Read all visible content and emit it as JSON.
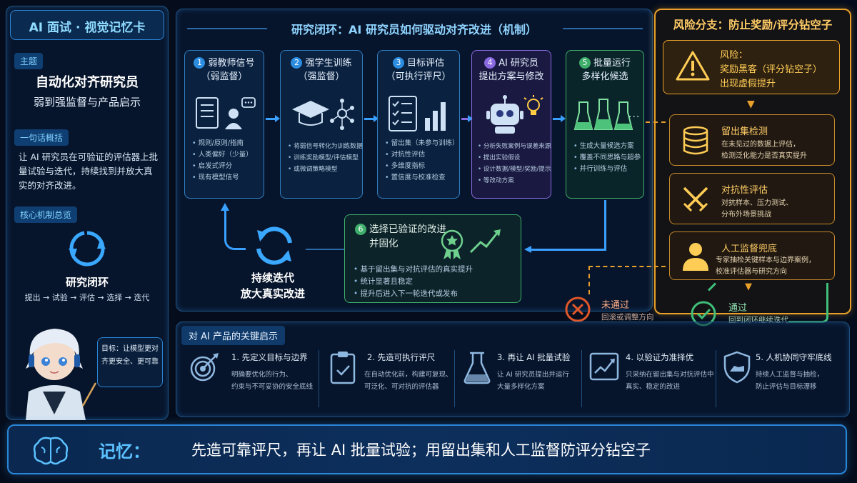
{
  "left_panel": {
    "title": "AI 面试 · 视觉记忆卡",
    "topic_tag": "主题",
    "topic_line1": "自动化对齐研究员",
    "topic_line2": "弱到强监督与产品启示",
    "summary_tag": "一句话概括",
    "summary_text": "让 AI 研究员在可验证的评估器上批量试验与迭代，持续找到并放大真实的对齐改进。",
    "mechanism_tag": "核心机制总览",
    "loop_title": "研究闭环",
    "loop_steps": "提出 → 试验 → 评估 → 选择 → 迭代",
    "speech_bubble": "目标：让模型更对齐更安全、更可靠"
  },
  "loop_panel": {
    "title": "研究闭环：AI 研究员如何驱动对齐改进（机制）",
    "steps": [
      {
        "num": "1",
        "title": "弱教师信号",
        "subtitle": "（弱监督）",
        "icon": "document-person-icon",
        "bullets": [
          "规则/原则/指南",
          "人类偏好（少量）",
          "启发式评分",
          "现有模型信号"
        ]
      },
      {
        "num": "2",
        "title": "强学生训练",
        "subtitle": "（强监督）",
        "icon": "graduation-cap-network-icon",
        "bullets": [
          "将弱信号转化为训练数据",
          "训练奖励模型/评估模型",
          "或微调策略模型"
        ]
      },
      {
        "num": "3",
        "title": "目标评估",
        "subtitle": "（可执行评尺）",
        "icon": "checklist-chart-icon",
        "bullets": [
          "留出集（未参与训练）",
          "对抗性评估",
          "多维度指标",
          "置信度与校准检查"
        ]
      },
      {
        "num": "4",
        "title": "AI 研究员",
        "subtitle": "提出方案与修改",
        "icon": "robot-idea-icon",
        "bullets": [
          "分析失败案例与误差来源",
          "提出实验假设",
          "设计数据/模型/奖励/提示",
          "等改动方案"
        ]
      },
      {
        "num": "5",
        "title": "批量运行",
        "subtitle": "多样化候选",
        "icon": "flasks-icon",
        "bullets": [
          "生成大量候选方案",
          "覆盖不同思路与超参",
          "并行训练与评估"
        ]
      }
    ],
    "step6": {
      "num": "6",
      "title_line1": "选择已验证的改进",
      "title_line2": "并固化",
      "bullets": [
        "基于留出集与对抗评估的真实提升",
        "统计显著且稳定",
        "提升后进入下一轮迭代或发布"
      ]
    },
    "iterate_line1": "持续迭代",
    "iterate_line2": "放大真实改进"
  },
  "risk_panel": {
    "title": "风险分支：防止奖励/评分钻空子",
    "risk_label": "风险：",
    "risk_line1": "奖励黑客（评分钻空子）",
    "risk_line2": "出现虚假提升",
    "cards": [
      {
        "title": "留出集检测",
        "line1": "在未见过的数据上评估，",
        "line2": "检测泛化能力是否真实提升",
        "icon": "database-icon"
      },
      {
        "title": "对抗性评估",
        "line1": "对抗样本、压力测试、",
        "line2": "分布外场景挑战",
        "icon": "crossed-swords-icon"
      },
      {
        "title": "人工监督兜底",
        "line1": "专家抽检关键样本与边界案例，",
        "line2": "校准评估器与研究方向",
        "icon": "person-icon"
      }
    ],
    "fail_title": "未通过",
    "fail_desc": "回滚或调整方向",
    "pass_title": "通过",
    "pass_desc": "回到闭环继续迭代"
  },
  "insights": {
    "title": "对 AI 产品的关键启示",
    "items": [
      {
        "title": "1. 先定义目标与边界",
        "line1": "明确要优化的行为、",
        "line2": "约束与不可妥协的安全底线",
        "icon": "target-icon"
      },
      {
        "title": "2. 先造可执行评尺",
        "line1": "在自动优化前，构建可复现、",
        "line2": "可泛化、可对抗的评估器",
        "icon": "clipboard-check-icon"
      },
      {
        "title": "3. 再让 AI 批量试验",
        "line1": "让 AI 研究员提出并运行",
        "line2": "大量多样化方案",
        "icon": "flask-icon"
      },
      {
        "title": "4. 以验证为准择优",
        "line1": "只采纳在留出集与对抗评估中",
        "line2": "真实、稳定的改进",
        "icon": "trend-chart-icon"
      },
      {
        "title": "5. 人机协同守牢底线",
        "line1": "持续人工监督与抽检，",
        "line2": "防止评估与目标漂移",
        "icon": "shield-hand-icon"
      }
    ]
  },
  "memory": {
    "label": "记忆：",
    "text": "先造可靠评尺，再让 AI 批量试验；用留出集和人工监督防评分钻空子",
    "icon": "brain-icon"
  },
  "colors": {
    "accent": "#2c8de0",
    "warning": "#e8a02a",
    "fail": "#e0572a",
    "pass": "#3fbf7a",
    "step4": "#8a6ae0"
  }
}
